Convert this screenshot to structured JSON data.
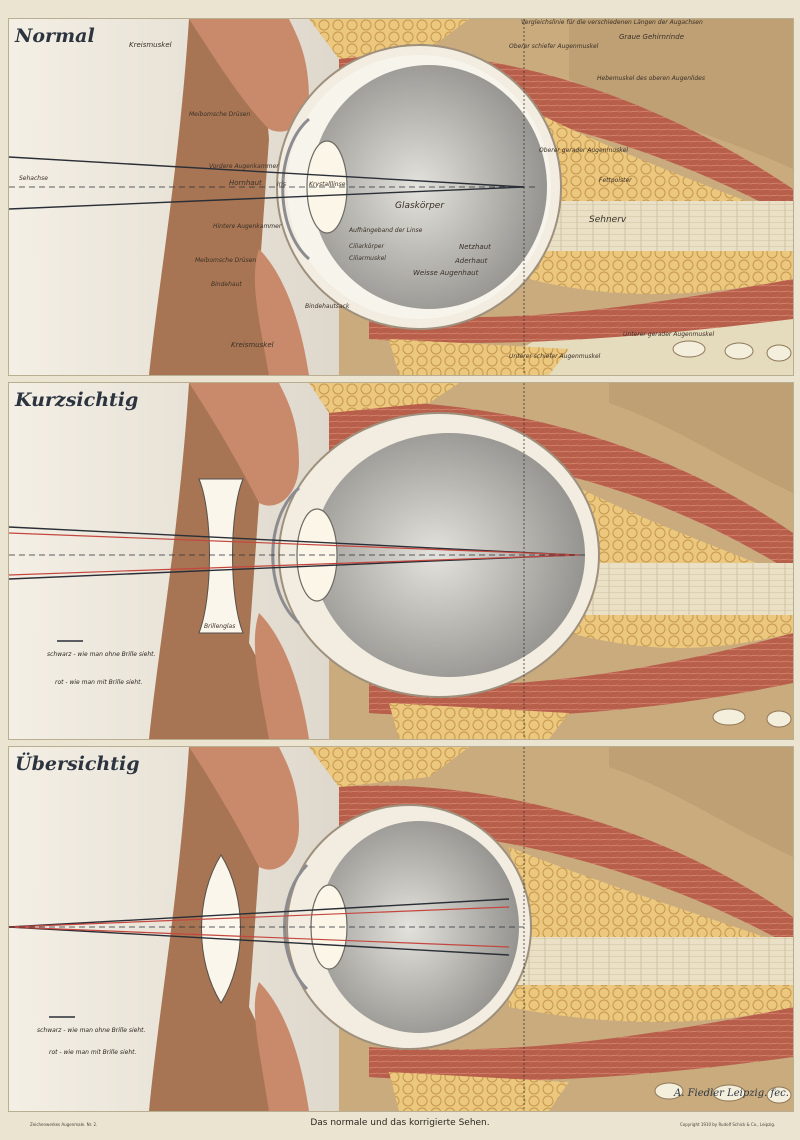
{
  "poster": {
    "footer_title": "Das normale und das korrigierte Sehen.",
    "footer_left": "Zeichenwerkes Augenmale.   Nr. 2.",
    "footer_right": "Copyright 1910 by Rudolf Schick & Co., Leipzig.",
    "signature": "A. Fiedler Leipzig. fec."
  },
  "panels": [
    {
      "title": "Normal",
      "labels": {
        "comparison_line": "Vergleichslinie für die verschiedenen Längen der Augachsen",
        "kreismuskel_top": "Kreismuskel",
        "upper_oblique": "Oberer schiefer Augenmuskel",
        "grey_matter": "Graue Gehirnrinde",
        "meibom": "Meibomsche Drüsen",
        "levator": "Hebemuskel des oberen Augenlides",
        "anterior_chamber": "Vordere Augenkammer",
        "superior_rectus": "Oberer gerader Augenmuskel",
        "visual_axis": "Sehachse",
        "cornea": "Hornhaut",
        "iris": "Iris",
        "lens": "Krystalllinse",
        "fat": "Fettpolster",
        "vitreous": "Glaskörper",
        "optic_nerve": "Sehnerv",
        "posterior_chamber": "Hintere Augenkammer",
        "lens_suspension": "Aufhängeband der Linse",
        "ciliary_body": "Ciliarkörper",
        "retina": "Netzhaut",
        "meibom_lower": "Meibomsche Drüsen",
        "ciliary_muscle": "Ciliarmuskel",
        "choroid": "Aderhaut",
        "sclera": "Weisse Augenhaut",
        "conjunctiva": "Bindehaut",
        "conj_sac": "Bindehautsack",
        "lower_rectus": "Unterer gerader Augenmuskel",
        "kreismuskel_bottom": "Kreismuskel",
        "lower_oblique": "Unterer schiefer Augenmuskel"
      }
    },
    {
      "title": "Kurzsichtig",
      "lens_label": "Brillenglas",
      "legend_black": "schwarz - wie man ohne Brille sieht.",
      "legend_red": "rot - wie man mit Brille sieht."
    },
    {
      "title": "Übersichtig",
      "legend_black": "schwarz - wie man ohne Brille sieht.",
      "legend_red": "rot - wie man mit Brille sieht."
    }
  ],
  "colors": {
    "skin": "#a0714e",
    "muscle": "#b55d4a",
    "fat": "#e8c478",
    "sclera": "#f2ede0",
    "vitreous": "#bdbcb6",
    "nerve": "#e6dcc0",
    "bone": "#c9ab7e",
    "ray_black": "#2a2e36",
    "ray_red": "#c4473f"
  }
}
